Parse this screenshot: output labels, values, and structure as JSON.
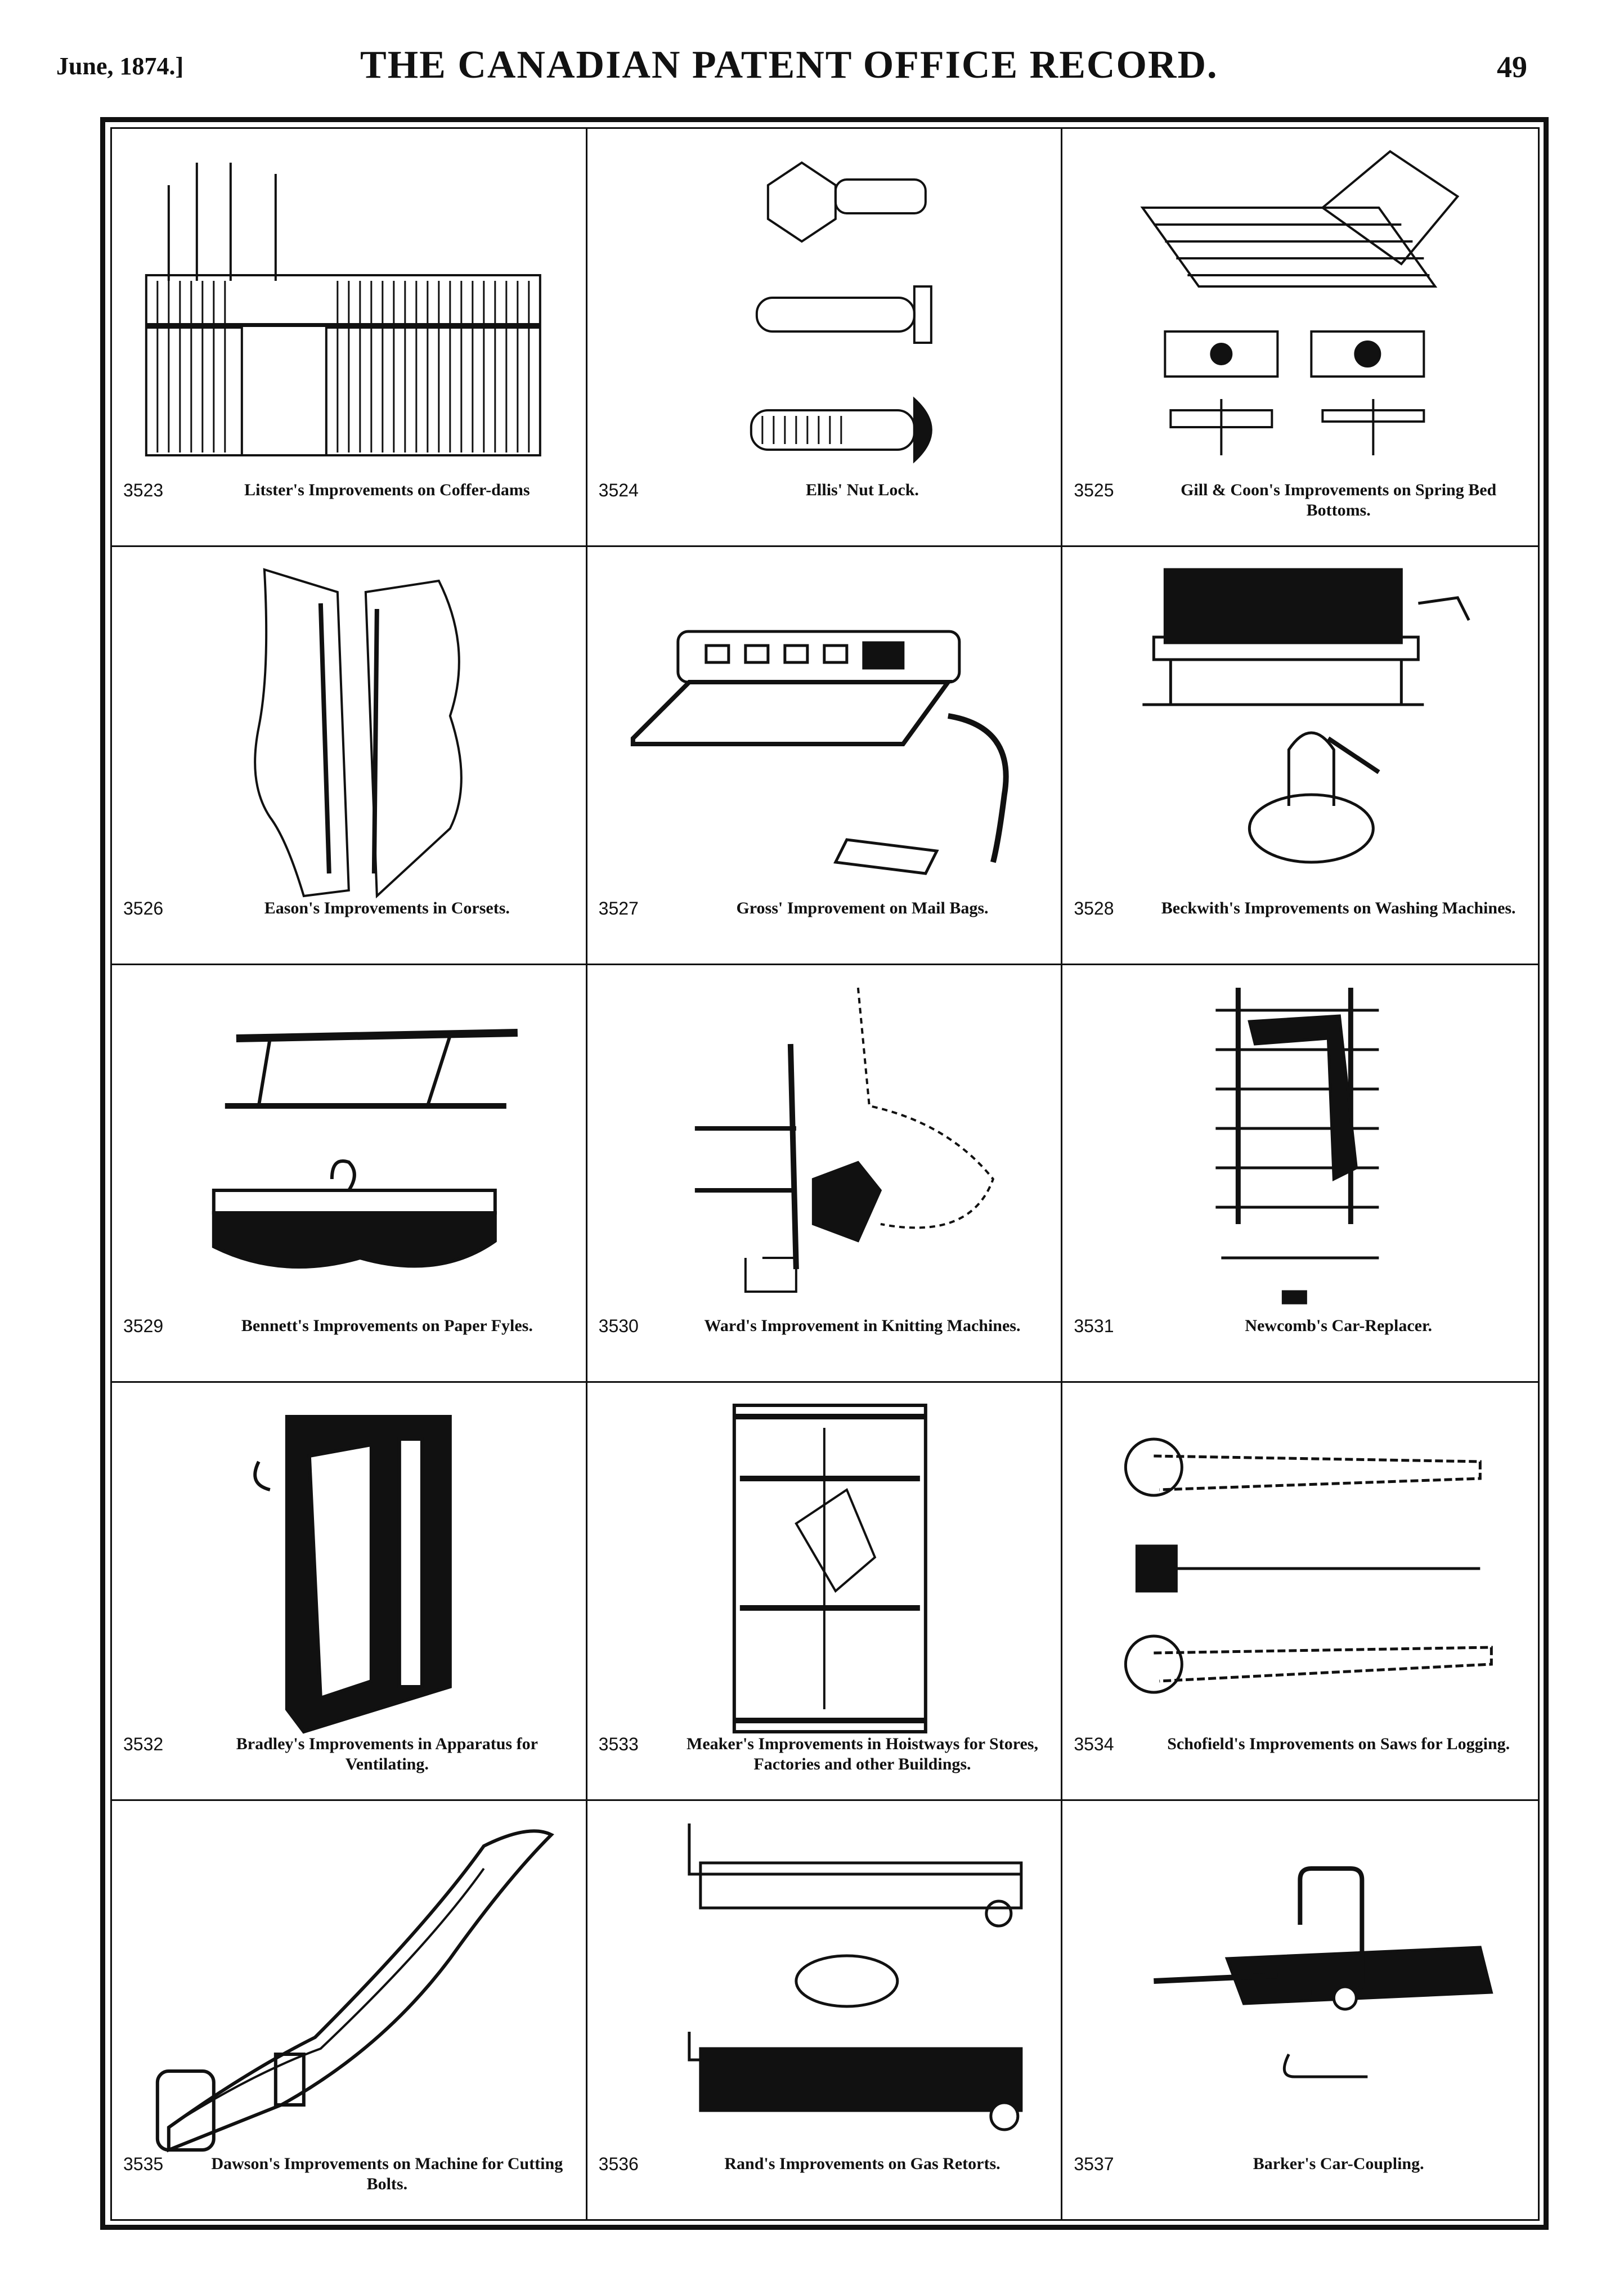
{
  "header": {
    "date": "June, 1874.]",
    "title": "THE CANADIAN PATENT OFFICE RECORD.",
    "page_number": "49"
  },
  "patents": [
    {
      "number": "3523",
      "title": "Litster's Improvements on Coffer-dams",
      "drawing": "coffer-dam-icon"
    },
    {
      "number": "3524",
      "title": "Ellis' Nut Lock.",
      "drawing": "nut-lock-icon"
    },
    {
      "number": "3525",
      "title": "Gill & Coon's Improvements on Spring Bed Bottoms.",
      "drawing": "bed-bottom-icon"
    },
    {
      "number": "3526",
      "title": "Eason's Improvements in Corsets.",
      "drawing": "corset-icon"
    },
    {
      "number": "3527",
      "title": "Gross' Improvement on Mail Bags.",
      "drawing": "mail-bag-icon"
    },
    {
      "number": "3528",
      "title": "Beckwith's Improvements on Washing Machines.",
      "drawing": "washing-machine-icon"
    },
    {
      "number": "3529",
      "title": "Bennett's Improvements on Paper Fyles.",
      "drawing": "paper-file-icon"
    },
    {
      "number": "3530",
      "title": "Ward's Improvement in Knitting Machines.",
      "drawing": "knitting-machine-icon"
    },
    {
      "number": "3531",
      "title": "Newcomb's Car-Replacer.",
      "drawing": "car-replacer-icon"
    },
    {
      "number": "3532",
      "title": "Bradley's Improvements in Apparatus for Ventilating.",
      "drawing": "ventilator-icon"
    },
    {
      "number": "3533",
      "title": "Meaker's Improvements in Hoistways for Stores, Factories and other Buildings.",
      "drawing": "hoistway-icon"
    },
    {
      "number": "3534",
      "title": "Schofield's Improvements on Saws for Logging.",
      "drawing": "logging-saw-icon"
    },
    {
      "number": "3535",
      "title": "Dawson's Improvements on Machine for Cutting Bolts.",
      "drawing": "bolt-cutter-icon"
    },
    {
      "number": "3536",
      "title": "Rand's Improvements on Gas Retorts.",
      "drawing": "gas-retort-icon"
    },
    {
      "number": "3537",
      "title": "Barker's Car-Coupling.",
      "drawing": "car-coupling-icon"
    }
  ]
}
